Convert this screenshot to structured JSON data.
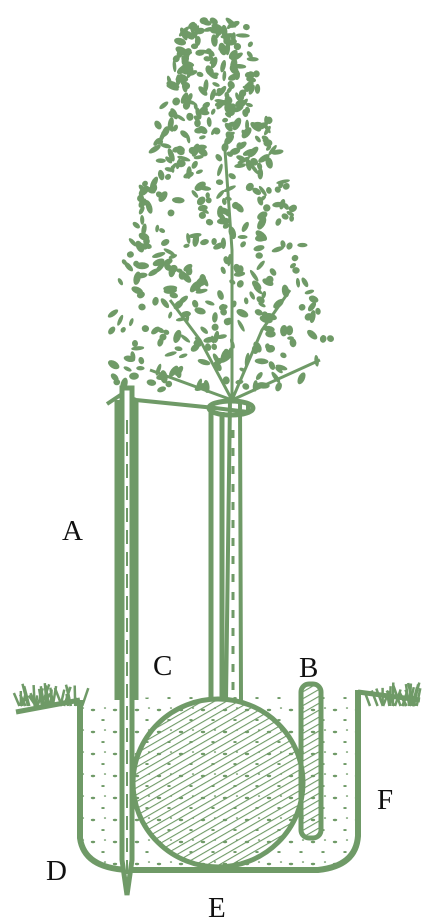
{
  "diagram": {
    "colors": {
      "ink": "#6f9a67",
      "ink_dark": "#4f7a4a",
      "label": "#111111",
      "background": "#ffffff"
    },
    "labels": {
      "a": "A",
      "b": "B",
      "c": "C",
      "d": "D",
      "e": "E",
      "f": "F"
    }
  }
}
